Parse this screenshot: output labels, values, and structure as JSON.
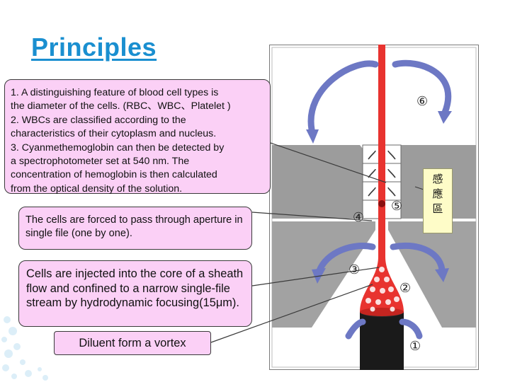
{
  "title": "Principles",
  "callouts": {
    "main": {
      "lines": [
        "1.  A distinguishing feature of blood cell types is",
        "the diameter of the cells. (RBC、WBC、Platelet )",
        "2. WBCs are classified according  to the",
        "characteristics of their cytoplasm and nucleus.",
        "3. Cyanmethemoglobin can then be detected by",
        "a spectrophotometer set at 540 nm. The",
        "concentration of hemoglobin is then calculated",
        "from the optical density of the solution."
      ]
    },
    "single_file": "The cells are forced to pass through aperture in single file (one by one).",
    "injected": "Cells are injected into the core of a sheath flow and confined to a narrow single-file stream by hydrodynamic focusing(15μm).",
    "diluent": "Diluent form a vortex"
  },
  "zone_label": [
    "感",
    "應",
    "區"
  ],
  "markers": [
    "①",
    "②",
    "③",
    "④",
    "⑤",
    "⑥"
  ],
  "colors": {
    "title": "#1a8fd0",
    "callout_fill": "#fbd0f6",
    "stream": "#e8332f",
    "arrow": "#6d78c4",
    "chamber": "#9a9a9a"
  }
}
